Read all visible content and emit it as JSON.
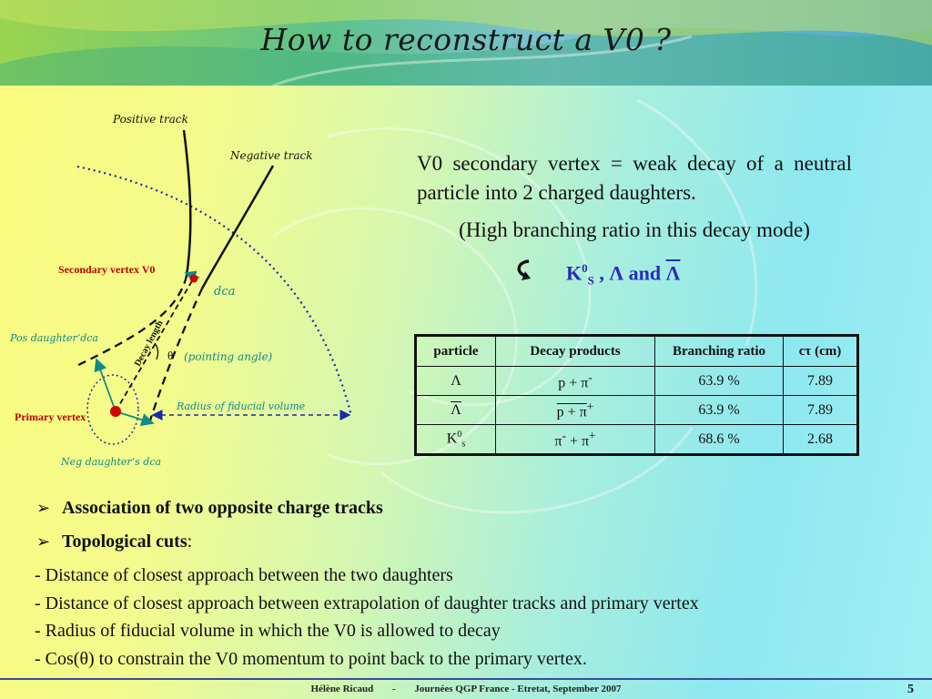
{
  "title": "How to reconstruct a V0 ?",
  "diagram": {
    "positive_track": "Positive track",
    "negative_track": "Negative track",
    "secondary_vertex": "Secondary vertex V0",
    "dca": "dca",
    "pos_daughter_dca": "Pos daughter’dca",
    "decay_length": "Decay length",
    "theta": "θ",
    "pointing_angle": "(pointing angle)",
    "radius_fiducial": "Radius of fiducial volume",
    "primary_vertex": "Primary vertex",
    "neg_daughter_dca": "Neg daughter’s dca"
  },
  "intro": {
    "definition": "V0 secondary vertex = weak decay of a neutral particle into 2 charged daughters.",
    "note": "(High branching ratio in this decay mode)",
    "decays_k": "K",
    "decays_k_sup": "0",
    "decays_k_sub": "S",
    "decays_sep": " , Λ and ",
    "decays_antilambda": "Λ"
  },
  "table": {
    "headers": [
      "particle",
      "Decay products",
      "Branching ratio",
      "cτ (cm)"
    ],
    "rows": [
      {
        "particle": "Λ",
        "products": "p + π",
        "products_sup": "-",
        "br": "63.9 %",
        "ctau": "7.89"
      },
      {
        "particle": "Λ",
        "products": "p + π",
        "products_sup": "+",
        "br": "63.9 %",
        "ctau": "7.89"
      },
      {
        "particle": "K",
        "particle_sup": "0",
        "particle_sub": "s",
        "products_a": "π",
        "products_a_sup": "-",
        "products_mid": " + π",
        "products_b_sup": "+",
        "br": "68.6 %",
        "ctau": "2.68"
      }
    ]
  },
  "bullets": [
    {
      "label": "Association of two opposite charge tracks",
      "suffix": ""
    },
    {
      "label": "Topological cuts",
      "suffix": ":"
    }
  ],
  "cut_lines": [
    "- Distance of closest approach between the two daughters",
    "- Distance of closest approach between extrapolation of daughter tracks and primary vertex",
    "- Radius of fiducial volume in which the V0 is allowed to decay",
    "- Cos(θ) to constrain the V0 momentum to point back to the primary vertex."
  ],
  "footer": {
    "author": "Hélène Ricaud",
    "sep": "-",
    "event": "Journées QGP France - Etretat, September 2007",
    "page": "5"
  },
  "colors": {
    "accent_blue": "#2a2ab8",
    "vertex_red": "#d40000",
    "label_red": "#c00000",
    "teal_arrow": "#0f8a8a",
    "dotted_blue": "#1a2aa8"
  }
}
